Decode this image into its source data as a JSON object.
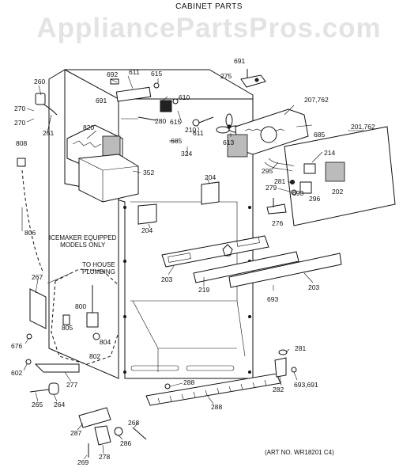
{
  "header": {
    "title": "CABINET PARTS",
    "watermark": "AppliancePartsPros.com"
  },
  "labels": {
    "l260": "260",
    "l270a": "270",
    "l270b": "270",
    "l261": "261",
    "l808": "808",
    "l806": "806",
    "l692": "692",
    "l611a": "611",
    "l615a": "615",
    "l691a": "691",
    "l610": "610",
    "l615b": "615",
    "l611b": "611",
    "l613": "613",
    "l280": "280",
    "l820": "820",
    "l210": "210",
    "l324": "324",
    "l685a": "685",
    "l352": "352",
    "l691b": "691",
    "l275": "275",
    "l207": "207,762",
    "l685b": "685",
    "l201": "201,762",
    "l214": "214",
    "l295": "295",
    "l281a": "281",
    "l279": "279",
    "l693a": "693",
    "l296": "296",
    "l202": "202",
    "l276": "276",
    "l204a": "204",
    "l204b": "204",
    "l203a": "203",
    "l219": "219",
    "l203b": "203",
    "l693b": "693",
    "l267": "267",
    "l800": "800",
    "l805": "805",
    "l804": "804",
    "l802": "802",
    "l676": "676",
    "l602": "602",
    "l277": "277",
    "l265": "265",
    "l264": "264",
    "l288a": "288",
    "l288b": "288",
    "l281b": "281",
    "l282": "282",
    "l693c": "693,691",
    "l287": "287",
    "l286": "286",
    "l268": "268",
    "l269": "269",
    "l278": "278"
  },
  "notes": {
    "icemaker": "ICEMAKER EQUIPPED\nMODELS ONLY",
    "plumbing": "TO HOUSE\nPLUMBING"
  },
  "footer": {
    "art_no": "(ART NO. WR18201 C4)"
  }
}
